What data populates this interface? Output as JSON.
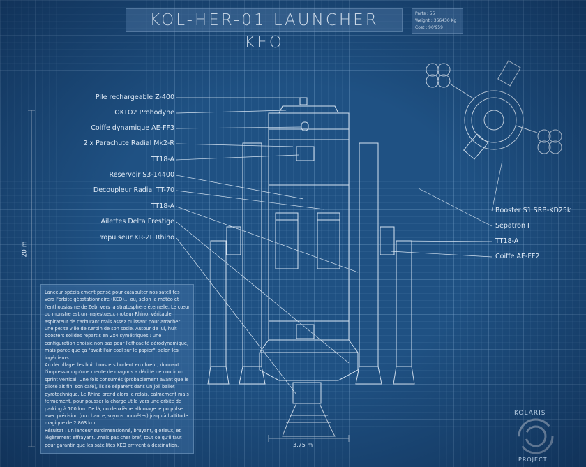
{
  "title": "KOL-HER-01 LAUNCHER KEO",
  "stats": {
    "parts": "Parts : 55",
    "weight": "Weight : 366430 Kg",
    "cost": "Cost : 90'959"
  },
  "left_labels": [
    "Pile rechargeable Z-400",
    "OKTO2 Probodyne",
    "Coiffe dynamique AE-FF3",
    "2 x Parachute Radial Mk2-R",
    "TT18-A",
    "Reservoir S3-14400",
    "Decoupleur Radial TT-70",
    "TT18-A",
    "Ailettes Delta Prestige",
    "Propulseur KR-2L Rhino"
  ],
  "right_labels": [
    "Booster S1 SRB-KD25k",
    "Sepatron I",
    "TT18-A",
    "Coiffe AE-FF2"
  ],
  "dimensions": {
    "height": "20 m",
    "width": "3.75 m"
  },
  "description": [
    "Lanceur spécialement pensé pour catapulter nos satellites vers l'orbite géostationnaire (KEO)… ou, selon la météo et l'enthousiasme de Zeb, vers la stratosphère éternelle. Le cœur du monstre est un majestueux moteur Rhino, véritable aspirateur de carburant mais assez puissant pour arracher une petite ville de Kerbin de son socle. Autour de lui, huit boosters solides répartis en 2x4 symétriques : une configuration choisie non pas pour l'efficacité aérodynamique, mais parce que ça \"avait l'air cool sur le papier\", selon les ingénieurs.",
    "Au décollage, les huit boosters hurlent en chœur, donnant l'impression qu'une meute de dragons a décidé de courir un sprint vertical. Une fois consumés (probablement avant que le pilote ait fini son café), ils se séparent dans un joli ballet pyrotechnique. Le Rhino prend alors le relais, calmement mais fermement, pour pousser la charge utile vers une orbite de parking à 100 km. De là, un deuxième allumage le propulse avec précision (ou chance, soyons honnêtes) jusqu'à l'altitude magique de 2 863 km.",
    "Résultat : un lanceur surdimensionné, bruyant, glorieux, et légèrement effrayant…mais pas cher  bref, tout ce qu'il faut pour garantir que les satellites KEO arrivent à destination."
  ],
  "logo": {
    "line1": "KOLARIS",
    "line2": "PROJECT"
  }
}
